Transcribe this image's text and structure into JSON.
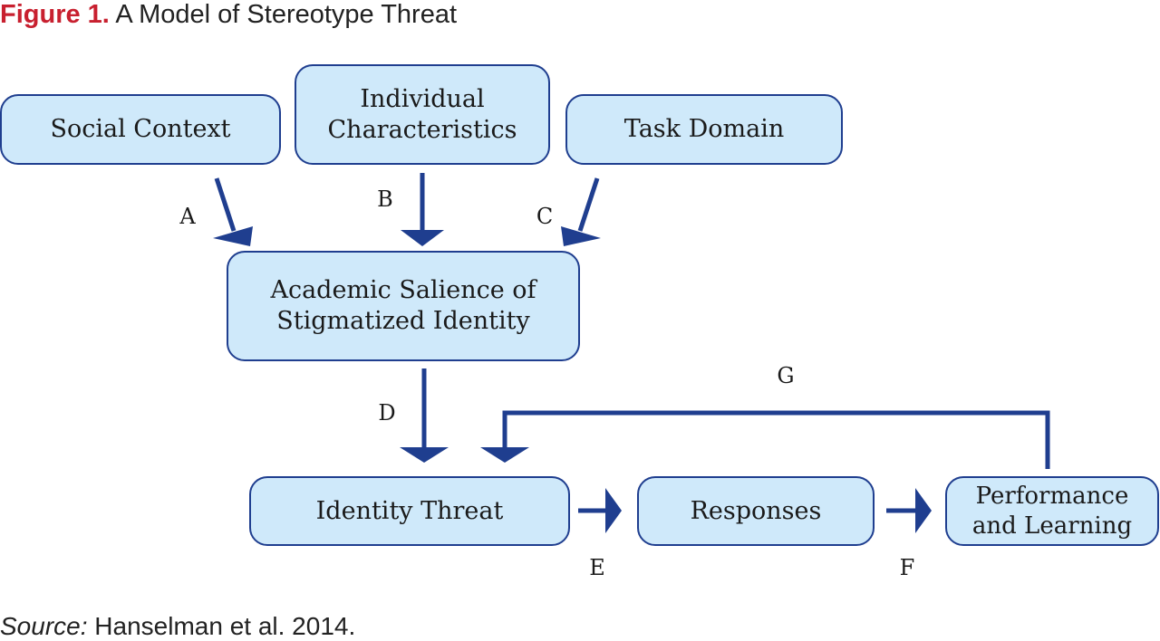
{
  "figure": {
    "label": "Figure 1.",
    "title": "A Model of Stereotype Threat"
  },
  "nodes": {
    "social_context": "Social Context",
    "individual_characteristics": [
      "Individual",
      "Characteristics"
    ],
    "task_domain": "Task Domain",
    "academic_salience": [
      "Academic Salience of",
      "Stigmatized Identity"
    ],
    "identity_threat": "Identity Threat",
    "responses": "Responses",
    "performance": [
      "Performance",
      "and Learning"
    ]
  },
  "edges": {
    "A": "A",
    "B": "B",
    "C": "C",
    "D": "D",
    "E": "E",
    "F": "F",
    "G": "G"
  },
  "source": {
    "label": "Source:",
    "text": "Hanselman et al. 2014."
  },
  "colors": {
    "box_fill": "#cfe9fa",
    "box_border": "#1f3e8f",
    "arrow": "#1f3e8f",
    "figure_label": "#c8202f"
  }
}
